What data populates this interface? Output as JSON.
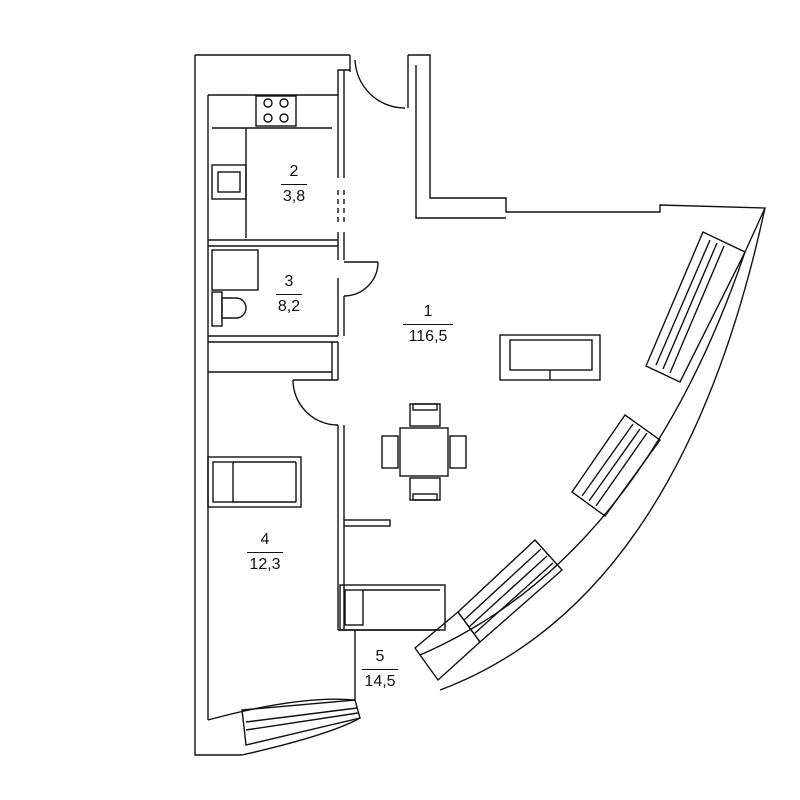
{
  "rooms": [
    {
      "number": "1",
      "area": "116,5"
    },
    {
      "number": "2",
      "area": "3,8"
    },
    {
      "number": "3",
      "area": "8,2"
    },
    {
      "number": "4",
      "area": "12,3"
    },
    {
      "number": "5",
      "area": "14,5"
    }
  ],
  "colors": {
    "line": "#111111",
    "background": "#ffffff"
  }
}
